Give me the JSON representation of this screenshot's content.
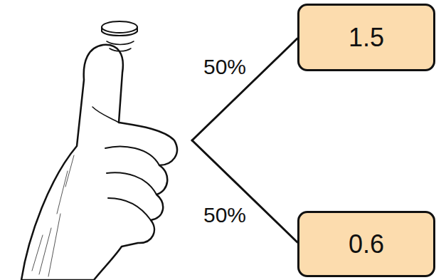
{
  "diagram": {
    "nodes": [
      {
        "text": [
          "1.5"
        ]
      },
      {
        "text": [
          "0.6"
        ]
      }
    ],
    "labels": [
      "50%",
      "50%"
    ]
  }
}
